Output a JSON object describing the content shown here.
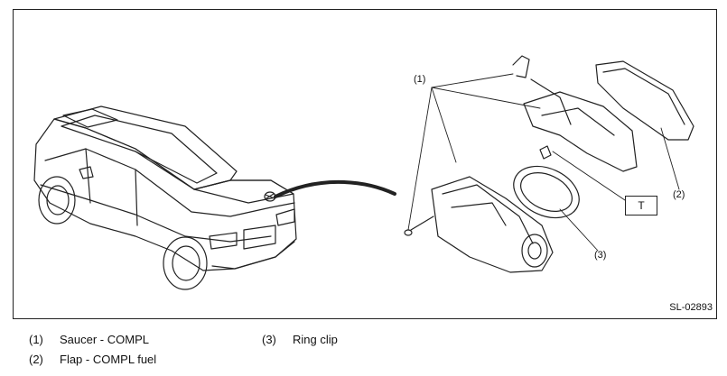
{
  "callouts": {
    "c1": "(1)",
    "c2": "(2)",
    "c3": "(3)",
    "torque": "T"
  },
  "figure_id": "SL-02893",
  "legend": [
    {
      "num": "(1)",
      "text": "Saucer - COMPL"
    },
    {
      "num": "(2)",
      "text": "Flap - COMPL fuel"
    },
    {
      "num": "(3)",
      "text": "Ring clip"
    }
  ]
}
